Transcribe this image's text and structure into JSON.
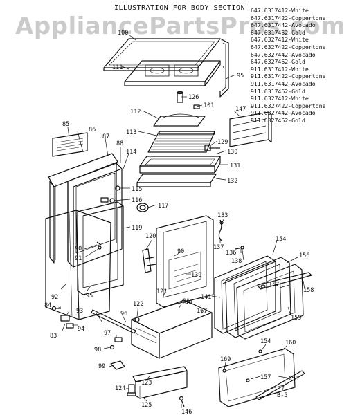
{
  "title": "ILLUSTRATION FOR BODY SECTION",
  "watermark": "AppliancePartsPros.com",
  "models": [
    "647.6317412-White",
    "647.6317422-Coppertone",
    "647.6317442-Avocado",
    "647.6317462-Gold",
    "647.6327412-White",
    "647.6327422-Coppertone",
    "647.6327442-Avocado",
    "647.6327462-Gold",
    "911.6317412-White",
    "911.6317422-Coppertone",
    "911.6317442-Avocado",
    "911.6317462-Gold",
    "911.6327412-White",
    "911.6327422-Coppertone",
    "911.6327442-Avocado",
    "911.6327462-Gold"
  ],
  "callouts": {
    "c83": "83",
    "c84": "84",
    "c85": "85",
    "c86": "86",
    "c87": "87",
    "c88": "88",
    "c90a": "90",
    "c90b": "90",
    "c91a": "91",
    "c91b": "91",
    "c92": "92",
    "c93": "93",
    "c94": "94",
    "c95a": "95",
    "c95b": "95",
    "c96": "96",
    "c97": "97",
    "c98": "98",
    "c99": "99",
    "c100": "100",
    "c101": "101",
    "c111": "111",
    "c112": "112",
    "c113": "113",
    "c114": "114",
    "c115": "115",
    "c116": "116",
    "c117": "117",
    "c119": "119",
    "c120": "120",
    "c121": "121",
    "c122": "122",
    "c123": "123",
    "c124": "124",
    "c125": "125",
    "c126": "126",
    "c129": "129",
    "c130": "130",
    "c131": "131",
    "c132": "132",
    "c133": "133",
    "c136": "136",
    "c137": "137",
    "c138": "138",
    "c139": "139",
    "c140": "140",
    "c141": "141",
    "c146": "146",
    "c147": "147",
    "c154a": "154",
    "c154b": "154",
    "c156": "156",
    "c157a": "157",
    "c157b": "157",
    "c158a": "158",
    "c158b": "158",
    "c159": "159",
    "c160": "160",
    "c167a": "167",
    "c167b": "167",
    "c169": "169",
    "cB5": "B-5"
  }
}
